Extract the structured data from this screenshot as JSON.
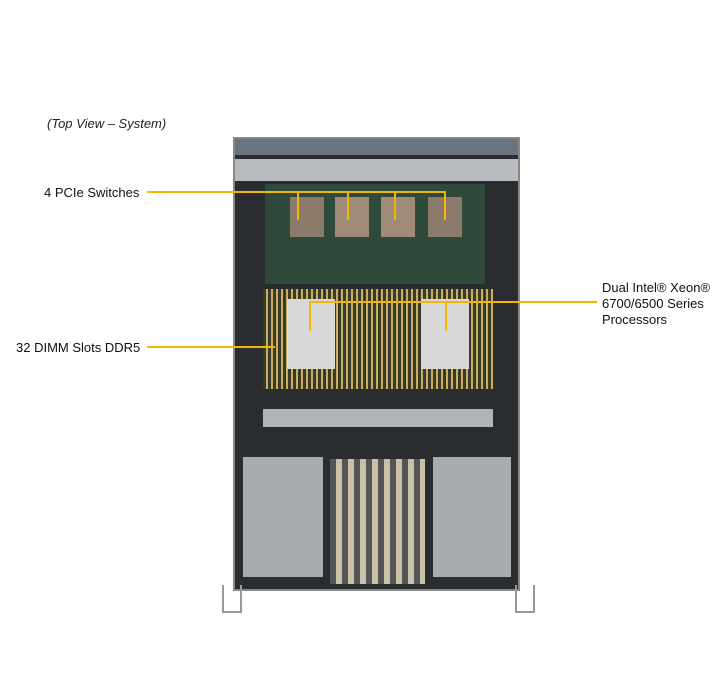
{
  "caption": "(Top View – System)",
  "callouts": {
    "pcie": "4 PCIe Switches",
    "dimm": "32 DIMM Slots DDR5",
    "cpu_line1": "Dual Intel® Xeon®",
    "cpu_line2": "6700/6500 Series",
    "cpu_line3": "Processors"
  },
  "colors": {
    "callout_line": "#f2b705"
  }
}
